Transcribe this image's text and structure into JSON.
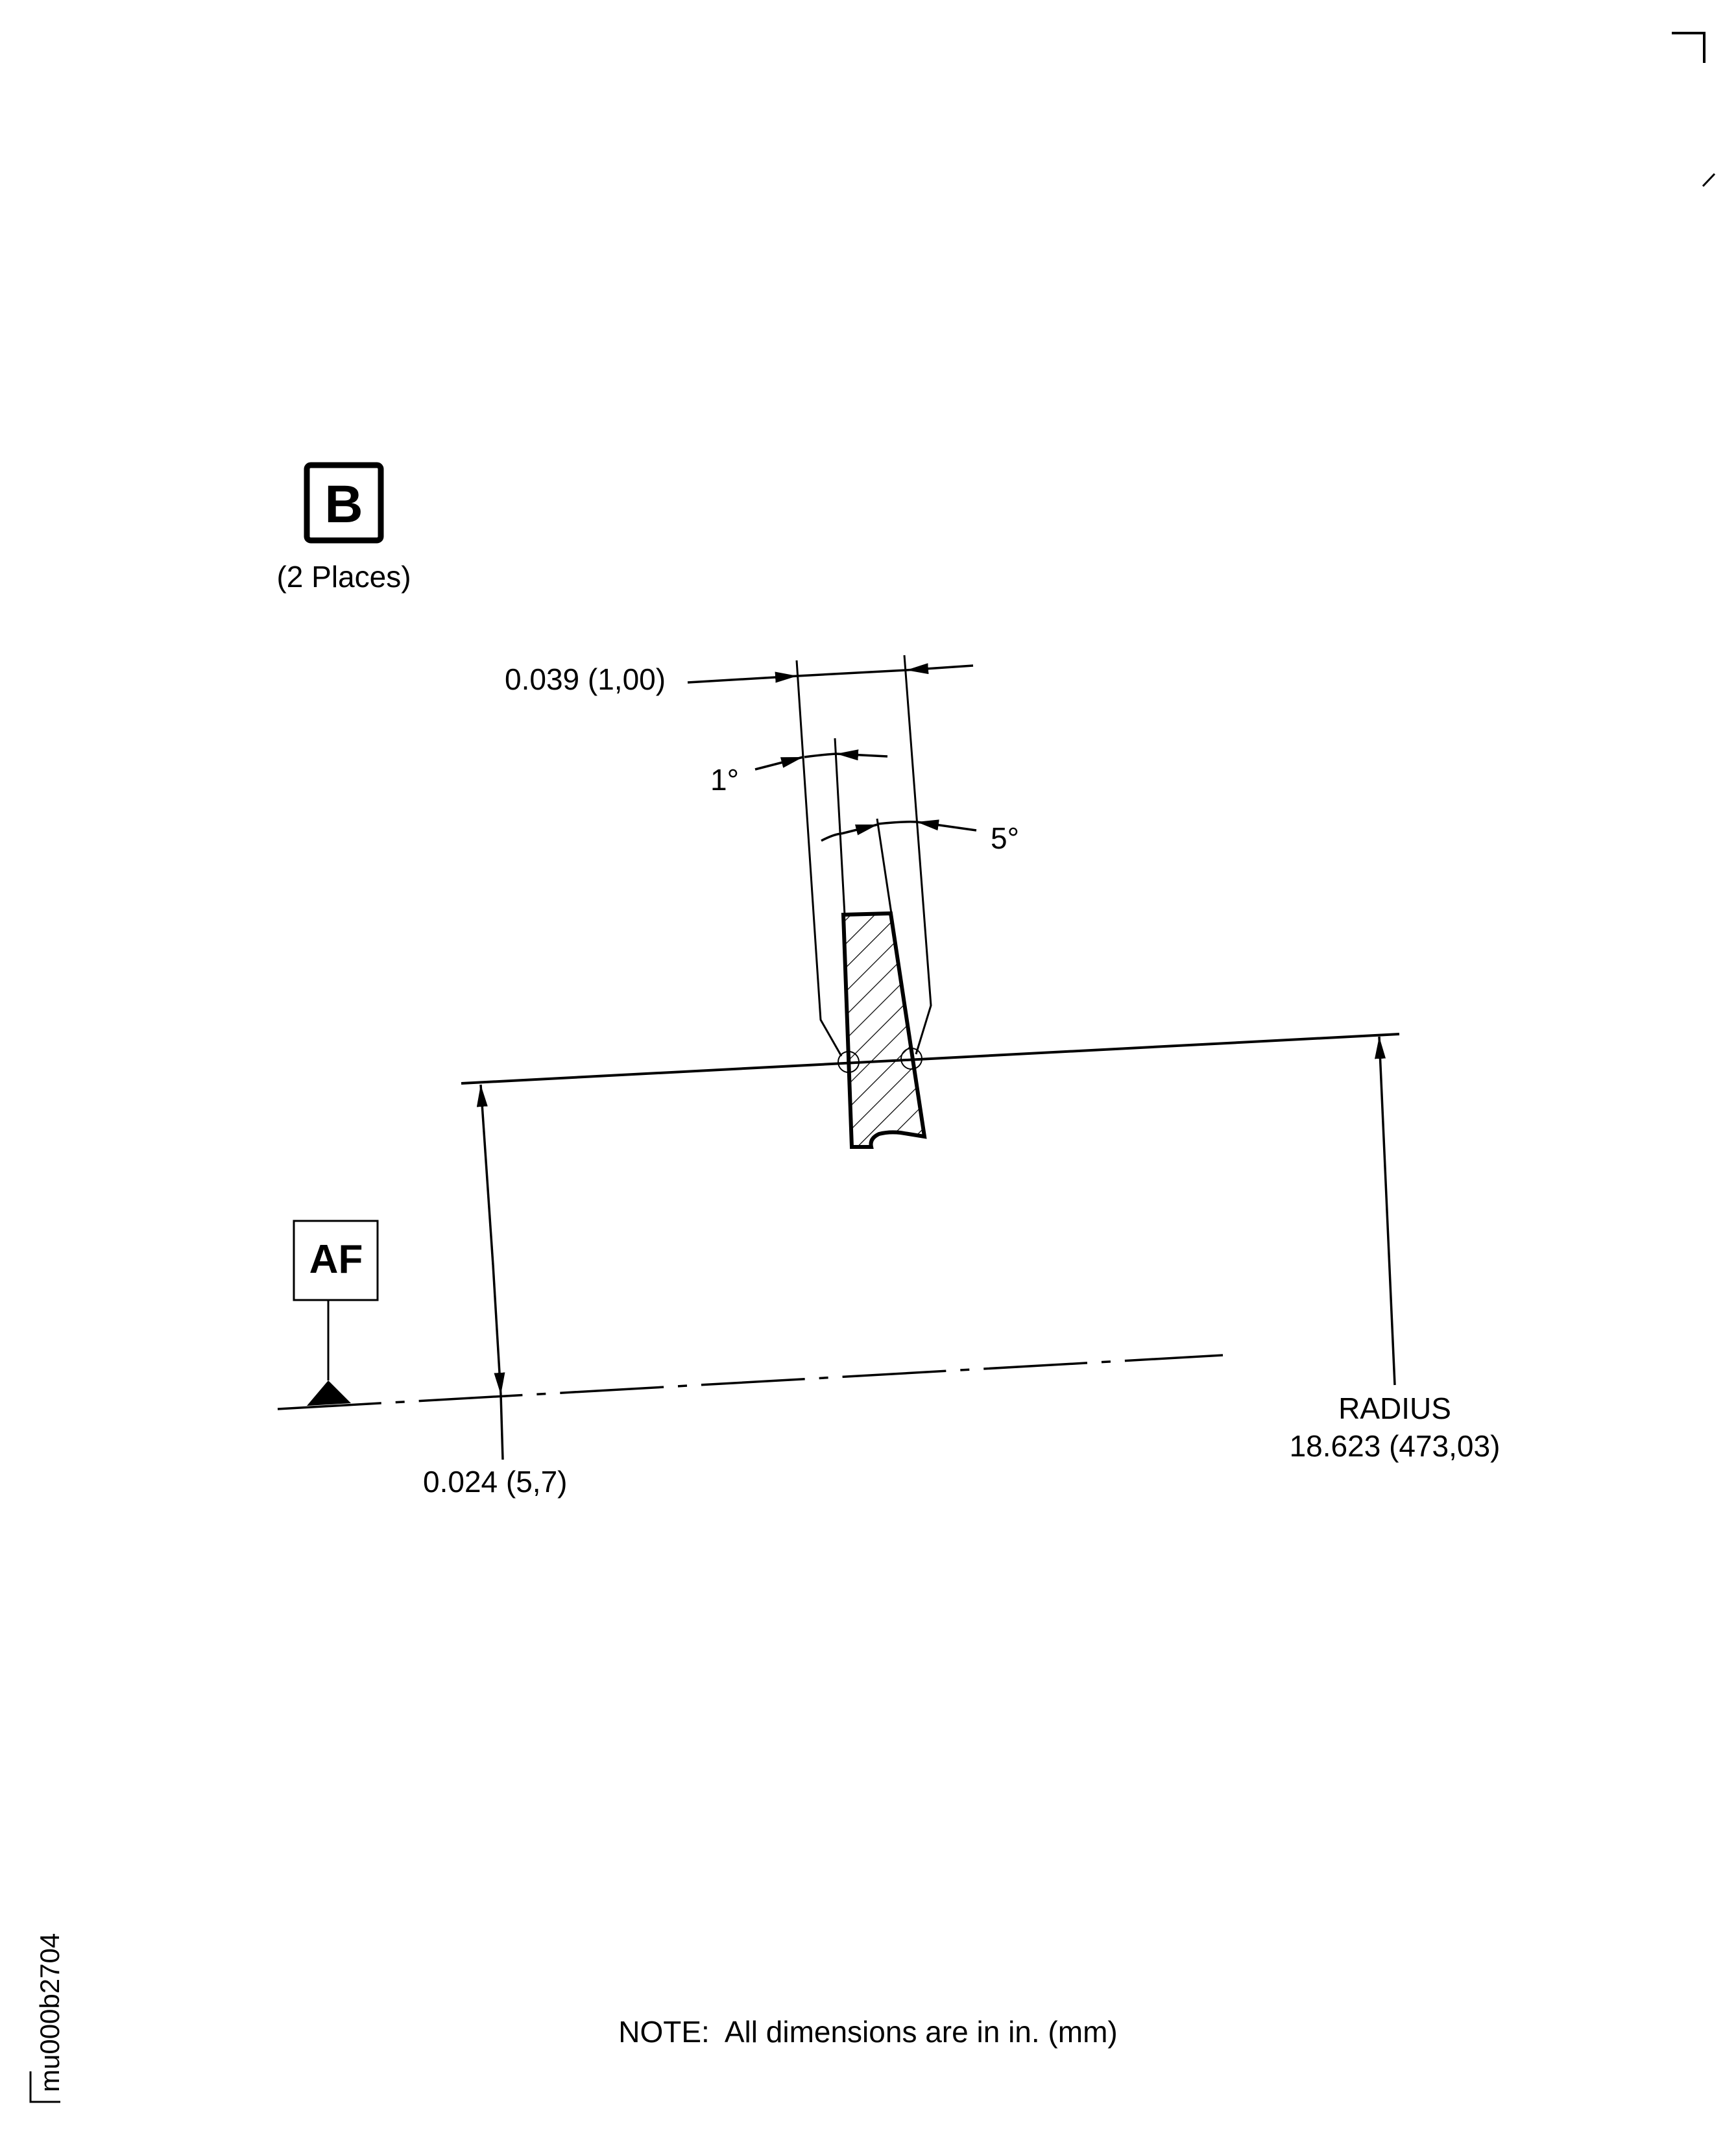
{
  "drawing": {
    "view_label": "B",
    "view_note": "(2 Places)",
    "datum_label": "AF",
    "dimensions": {
      "width": "0.039 (1,00)",
      "angle_inner": "1°",
      "angle_outer": "5°",
      "offset": "0.024 (5,7)",
      "radius_label": "RADIUS",
      "radius_value": "18.623 (473,03)"
    },
    "note": "NOTE:  All dimensions are in in. (mm)",
    "figure_id": "mu000b2704"
  },
  "colors": {
    "ink": "#000000",
    "paper": "#ffffff"
  }
}
